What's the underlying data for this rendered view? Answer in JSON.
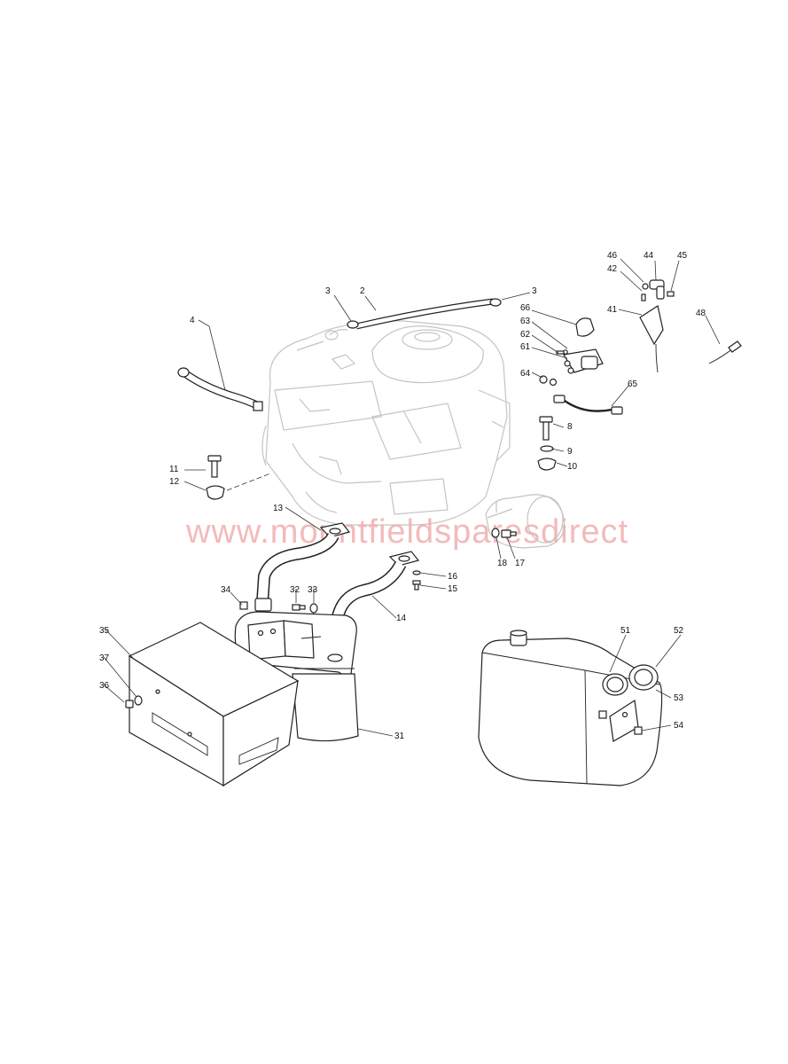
{
  "watermark": "www.mountfieldsparesdirect",
  "callouts": [
    {
      "id": "c3a",
      "text": "3"
    },
    {
      "id": "c2",
      "text": "2"
    },
    {
      "id": "c3b",
      "text": "3"
    },
    {
      "id": "c4",
      "text": "4"
    },
    {
      "id": "c46",
      "text": "46"
    },
    {
      "id": "c44",
      "text": "44"
    },
    {
      "id": "c45",
      "text": "45"
    },
    {
      "id": "c42",
      "text": "42"
    },
    {
      "id": "c41",
      "text": "41"
    },
    {
      "id": "c48",
      "text": "48"
    },
    {
      "id": "c66",
      "text": "66"
    },
    {
      "id": "c63",
      "text": "63"
    },
    {
      "id": "c62",
      "text": "62"
    },
    {
      "id": "c61",
      "text": "61"
    },
    {
      "id": "c64",
      "text": "64"
    },
    {
      "id": "c65",
      "text": "65"
    },
    {
      "id": "c8",
      "text": "8"
    },
    {
      "id": "c9",
      "text": "9"
    },
    {
      "id": "c10",
      "text": "10"
    },
    {
      "id": "c11",
      "text": "11"
    },
    {
      "id": "c12",
      "text": "12"
    },
    {
      "id": "c13",
      "text": "13"
    },
    {
      "id": "c18",
      "text": "18"
    },
    {
      "id": "c17",
      "text": "17"
    },
    {
      "id": "c16",
      "text": "16"
    },
    {
      "id": "c15",
      "text": "15"
    },
    {
      "id": "c34",
      "text": "34"
    },
    {
      "id": "c32",
      "text": "32"
    },
    {
      "id": "c33",
      "text": "33"
    },
    {
      "id": "c14",
      "text": "14"
    },
    {
      "id": "c35",
      "text": "35"
    },
    {
      "id": "c37",
      "text": "37"
    },
    {
      "id": "c36",
      "text": "36"
    },
    {
      "id": "c31",
      "text": "31"
    },
    {
      "id": "c51",
      "text": "51"
    },
    {
      "id": "c52",
      "text": "52"
    },
    {
      "id": "c53",
      "text": "53"
    },
    {
      "id": "c54",
      "text": "54"
    }
  ]
}
